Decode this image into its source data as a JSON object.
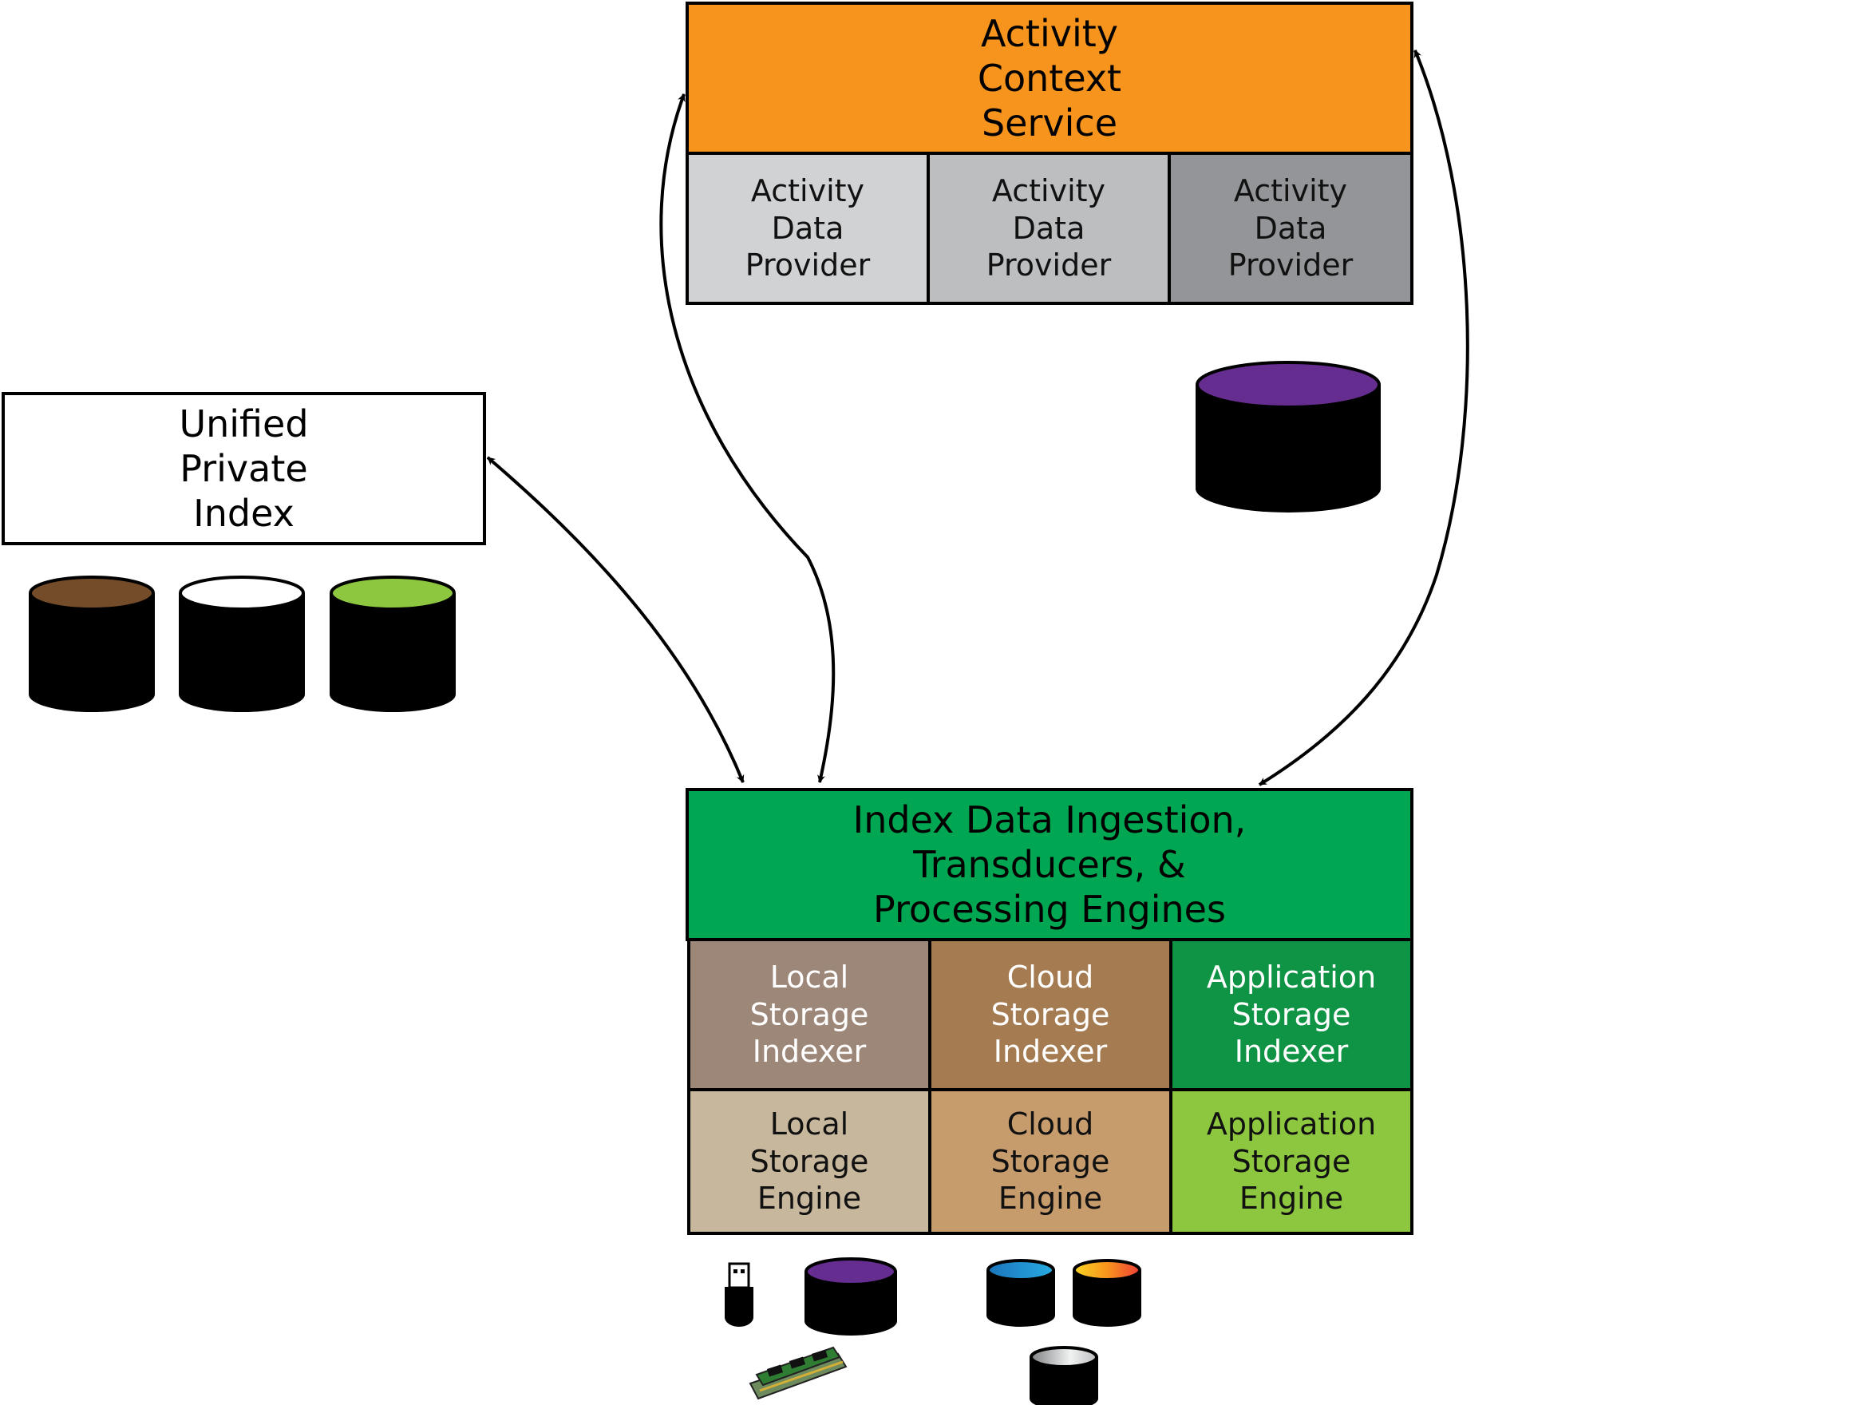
{
  "activity_context": {
    "title_lines": [
      "Activity",
      "Context",
      "Service"
    ],
    "color": "#F7941D",
    "providers": [
      {
        "lines": [
          "Activity",
          "Data",
          "Provider"
        ],
        "color": "#D1D2D4"
      },
      {
        "lines": [
          "Activity",
          "Data",
          "Provider"
        ],
        "color": "#BCBEC0"
      },
      {
        "lines": [
          "Activity",
          "Data",
          "Provider"
        ],
        "color": "#939598"
      }
    ]
  },
  "unified_index": {
    "title_lines": [
      "Unified",
      "Private",
      "Index"
    ],
    "cylinder_colors": [
      "#754C29",
      "#FFFFFF",
      "#8DC63F"
    ]
  },
  "activity_store": {
    "cylinder_color": "#662D91"
  },
  "ingestion": {
    "title_lines": [
      "Index Data Ingestion,",
      "Transducers, &",
      "Processing Engines"
    ],
    "color": "#00A651",
    "indexers": [
      {
        "lines": [
          "Local",
          "Storage",
          "Indexer"
        ],
        "color": "#9C8779"
      },
      {
        "lines": [
          "Cloud",
          "Storage",
          "Indexer"
        ],
        "color": "#A57C52"
      },
      {
        "lines": [
          "Application",
          "Storage",
          "Indexer"
        ],
        "color": "#0F9344"
      }
    ],
    "engines": [
      {
        "lines": [
          "Local",
          "Storage",
          "Engine"
        ],
        "color": "#C7B79C"
      },
      {
        "lines": [
          "Cloud",
          "Storage",
          "Engine"
        ],
        "color": "#C69C6D"
      },
      {
        "lines": [
          "Application",
          "Storage",
          "Engine"
        ],
        "color": "#8DC63F"
      }
    ]
  },
  "local_media": {
    "usb_icon": "usb-drive-icon",
    "ssd_icon": "ssd-card-icon",
    "cylinder_color": "#662D91"
  },
  "cloud_media": {
    "cylinder_colors": [
      "#2B8FD0",
      "#F7941D",
      "#E6E7E8"
    ]
  }
}
